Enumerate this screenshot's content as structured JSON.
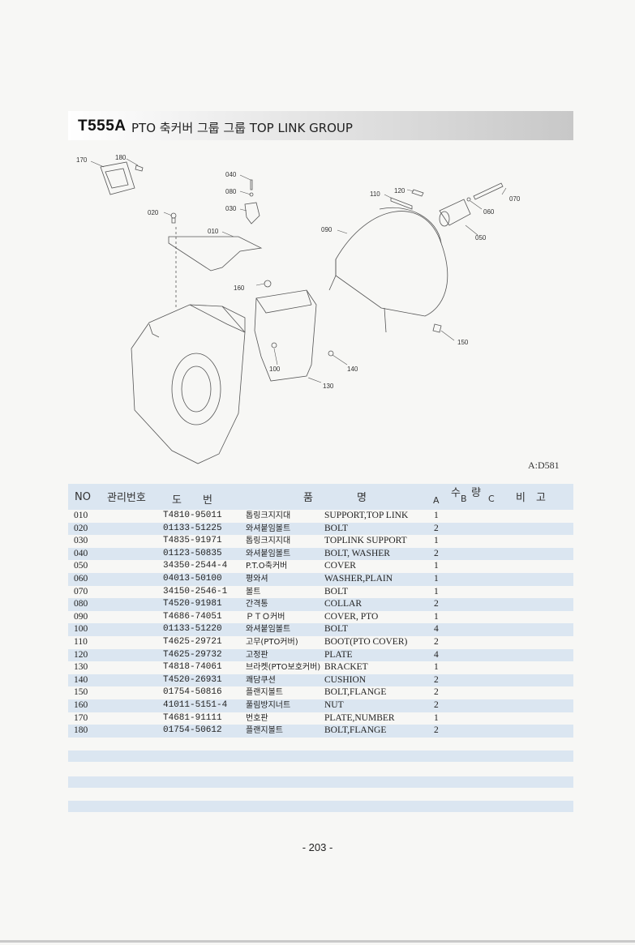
{
  "title": {
    "code": "T555A",
    "text": "PTO 축커버 그룹 그룹  TOP LINK GROUP"
  },
  "diagram": {
    "callouts": [
      "170",
      "180",
      "040",
      "080",
      "030",
      "020",
      "010",
      "110",
      "120",
      "070",
      "060",
      "050",
      "090",
      "160",
      "150",
      "100",
      "140",
      "130"
    ],
    "ref": "A:D581"
  },
  "table": {
    "headers": {
      "no": "NO",
      "mgmt": "관리번호",
      "drawing": "도　　번",
      "name1": "품",
      "name2": "명",
      "qty": "수　량",
      "qa": "A",
      "qb": "B",
      "qc": "C",
      "remark": "비　고"
    },
    "rows": [
      {
        "no": "010",
        "part": "T4810-95011",
        "kr": "톱링크지지대",
        "en": "SUPPORT,TOP LINK",
        "qa": "1"
      },
      {
        "no": "020",
        "part": "01133-51225",
        "kr": "와셔붙임볼트",
        "en": "BOLT",
        "qa": "2"
      },
      {
        "no": "030",
        "part": "T4835-91971",
        "kr": "톱링크지지대",
        "en": "TOPLINK SUPPORT",
        "qa": "1"
      },
      {
        "no": "040",
        "part": "01123-50835",
        "kr": "와셔붙임볼트",
        "en": "BOLT, WASHER",
        "qa": "2"
      },
      {
        "no": "050",
        "part": "34350-2544-4",
        "kr": "P.T.O축커버",
        "en": "COVER",
        "qa": "1"
      },
      {
        "no": "060",
        "part": "04013-50100",
        "kr": "평와셔",
        "en": "WASHER,PLAIN",
        "qa": "1"
      },
      {
        "no": "070",
        "part": "34150-2546-1",
        "kr": "볼트",
        "en": "BOLT",
        "qa": "1"
      },
      {
        "no": "080",
        "part": "T4520-91981",
        "kr": "간격통",
        "en": "COLLAR",
        "qa": "2"
      },
      {
        "no": "090",
        "part": "T4686-74051",
        "kr": "ＰＴＯ커버",
        "en": "COVER, PTO",
        "qa": "1"
      },
      {
        "no": "100",
        "part": "01133-51220",
        "kr": "와셔붙임볼트",
        "en": "BOLT",
        "qa": "4"
      },
      {
        "no": "110",
        "part": "T4625-29721",
        "kr": "고무(PTO커버)",
        "en": "BOOT(PTO COVER)",
        "qa": "2"
      },
      {
        "no": "120",
        "part": "T4625-29732",
        "kr": "고정판",
        "en": "PLATE",
        "qa": "4"
      },
      {
        "no": "130",
        "part": "T4818-74061",
        "kr": "브라켓(PTO보호커버)",
        "en": "BRACKET",
        "qa": "1"
      },
      {
        "no": "140",
        "part": "T4520-26931",
        "kr": "쾌담쿠션",
        "en": "CUSHION",
        "qa": "2"
      },
      {
        "no": "150",
        "part": "01754-50816",
        "kr": "플랜지볼트",
        "en": "BOLT,FLANGE",
        "qa": "2"
      },
      {
        "no": "160",
        "part": "41011-5151-4",
        "kr": "풀림방지너트",
        "en": "NUT",
        "qa": "2"
      },
      {
        "no": "170",
        "part": "T4681-91111",
        "kr": "번호판",
        "en": "PLATE,NUMBER",
        "qa": "1"
      },
      {
        "no": "180",
        "part": "01754-50612",
        "kr": "플랜지볼트",
        "en": "BOLT,FLANGE",
        "qa": "2"
      }
    ]
  },
  "page_number": "- 203 -"
}
